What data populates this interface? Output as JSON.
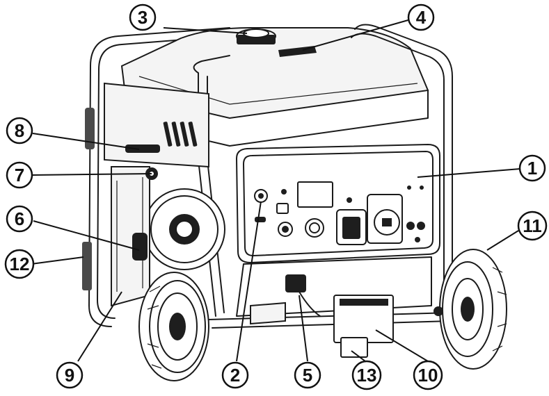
{
  "callouts": [
    {
      "id": "1",
      "label": "1"
    },
    {
      "id": "2",
      "label": "2"
    },
    {
      "id": "3",
      "label": "3"
    },
    {
      "id": "4",
      "label": "4"
    },
    {
      "id": "5",
      "label": "5"
    },
    {
      "id": "6",
      "label": "6"
    },
    {
      "id": "7",
      "label": "7"
    },
    {
      "id": "8",
      "label": "8"
    },
    {
      "id": "9",
      "label": "9"
    },
    {
      "id": "10",
      "label": "10"
    },
    {
      "id": "11",
      "label": "11"
    },
    {
      "id": "12",
      "label": "12"
    },
    {
      "id": "13",
      "label": "13"
    }
  ],
  "colors": {
    "ink": "#1a1a1a",
    "background": "#ffffff"
  }
}
